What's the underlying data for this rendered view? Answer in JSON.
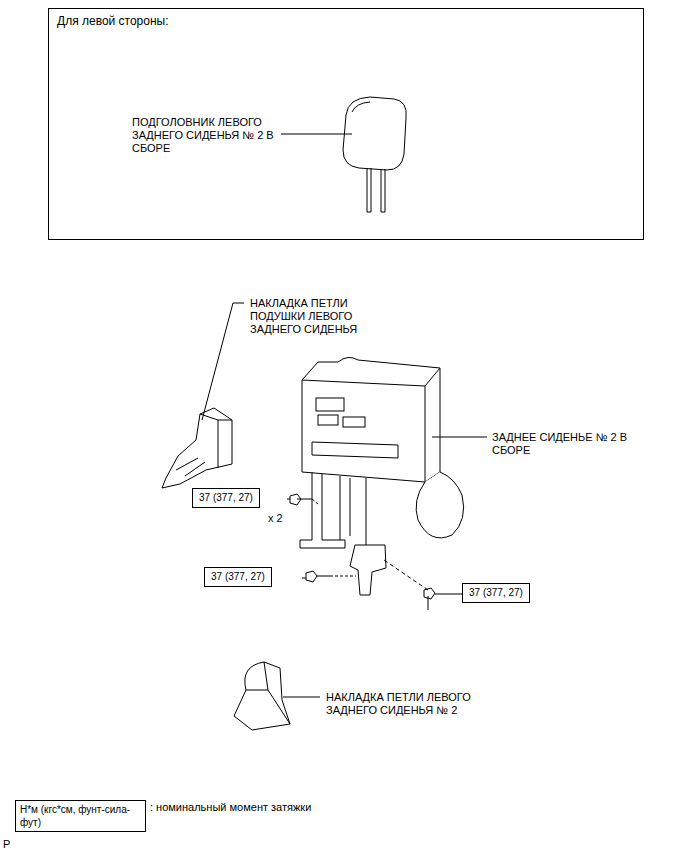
{
  "diagram": {
    "nodes": [
      {
        "text": [
          "Для левой стороны:"
        ]
      },
      {
        "text": [
          "37 (377, 27)"
        ]
      },
      {
        "text": [
          "37 (377, 27)"
        ]
      },
      {
        "text": [
          "37 (377, 27)"
        ]
      },
      {
        "text": [
          "Н*м (кгс*см, фунт-сила-фут)"
        ]
      }
    ],
    "edges": [],
    "labels": [
      "ПОДГОЛОВНИК ЛЕВОГО ЗАДНЕГО СИДЕНЬЯ № 2 В СБОРЕ",
      "НАКЛАДКА ПЕТЛИ ПОДУШКИ ЛЕВОГО ЗАДНЕГО СИДЕНЬЯ",
      "ЗАДНЕЕ СИДЕНЬЕ № 2 В СБОРЕ",
      "x 2",
      "НАКЛАДКА ПЕТЛИ ЛЕВОГО ЗАДНЕГО СИДЕНЬЯ № 2",
      ": номинальный момент затяжки",
      "P"
    ]
  }
}
